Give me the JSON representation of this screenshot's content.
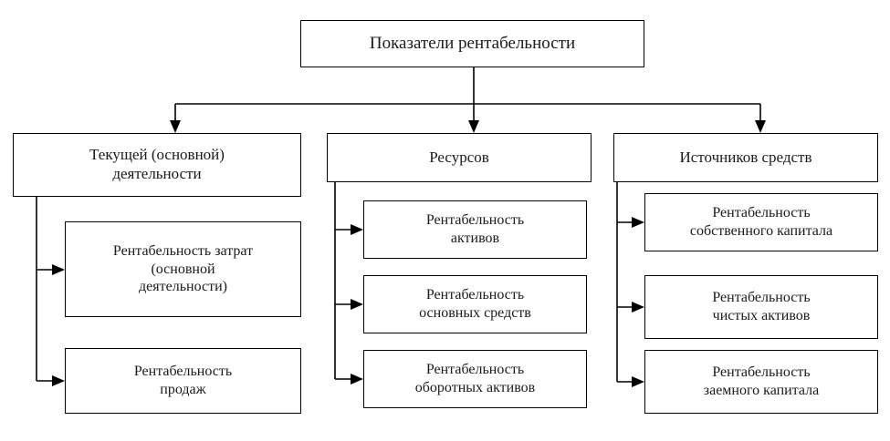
{
  "diagram": {
    "title": "Показатели рентабельности",
    "root": {
      "label": "Показатели рентабельности"
    },
    "categories": [
      {
        "id": "current-activity",
        "label": "Текущей (основной)\nдеятельности",
        "children": [
          {
            "id": "cost-profitability",
            "label": "Рентабельность затрат\n(основной\nдеятельности)"
          },
          {
            "id": "sales-profitability",
            "label": "Рентабельность\nпродаж"
          }
        ]
      },
      {
        "id": "resources",
        "label": "Ресурсов",
        "children": [
          {
            "id": "assets-profitability",
            "label": "Рентабельность\nактивов"
          },
          {
            "id": "fixed-assets-profitability",
            "label": "Рентабельность\nосновных средств"
          },
          {
            "id": "current-assets-profitability",
            "label": "Рентабельность\nоборотных активов"
          }
        ]
      },
      {
        "id": "funding-sources",
        "label": "Источников средств",
        "children": [
          {
            "id": "equity-profitability",
            "label": "Рентабельность\nсобственного капитала"
          },
          {
            "id": "net-assets-profitability",
            "label": "Рентабельность\nчистых активов"
          },
          {
            "id": "debt-capital-profitability",
            "label": "Рентабельность\nзаемного капитала"
          }
        ]
      }
    ],
    "colors": {
      "background": "#ffffff",
      "border": "#000000",
      "text": "#1a1a1a",
      "connector": "#000000"
    }
  }
}
